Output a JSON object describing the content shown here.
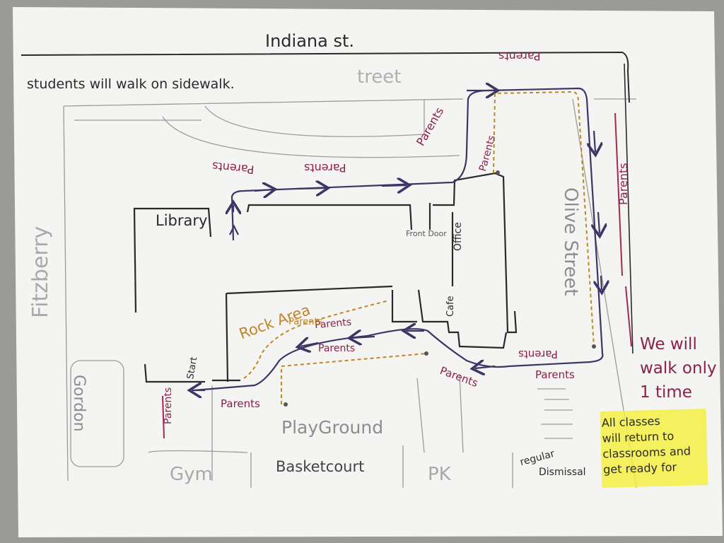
{
  "streets": {
    "top": "Indiana st.",
    "top_ghost": "treet",
    "right": "Olive Street",
    "left": "Fitzberry",
    "left_bottom": "Gordon"
  },
  "notes": {
    "sidewalk": "students will walk on sidewalk.",
    "walk_once": [
      "We will",
      "walk only",
      "1 time"
    ],
    "classes": [
      "All classes",
      "will return to",
      "classrooms and",
      "get ready for"
    ],
    "dismissal": [
      "regular",
      "Dismissal"
    ]
  },
  "rooms": {
    "library": "Library",
    "front_door": "Front Door",
    "office": "Office",
    "cafe": "Cafe",
    "rock_area": "Rock Area",
    "start": "Start",
    "playground": "PlayGround",
    "basketcourt": "Basketcourt",
    "gym": "Gym",
    "pk": "PK"
  },
  "parents_labels": [
    "Parents",
    "Parents",
    "Parents",
    "Parents",
    "Parents",
    "Parents",
    "Parents",
    "Parents",
    "Parents",
    "Parents",
    "Parents",
    "Parents",
    "Parents",
    "Parents"
  ],
  "colors": {
    "paper": "#f4f4f2",
    "route": "#3d3566",
    "rock_path": "#c0862a",
    "parents": "#8a2148",
    "highlight": "#f3ee44",
    "pencil": "#8d8d8d"
  }
}
